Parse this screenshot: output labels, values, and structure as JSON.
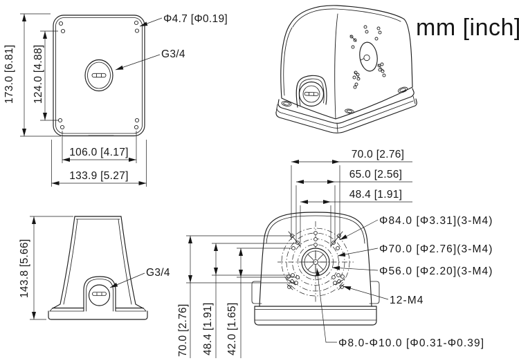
{
  "drawing": {
    "units_note": "mm [inch]",
    "front_view": {
      "dim_overall_height": "173.0 [6.81]",
      "dim_mount_hole_pitch_vertical": "124.0 [4.88]",
      "dim_mount_hole_pitch_horizontal": "106.0 [4.17]",
      "dim_overall_width": "133.9 [5.27]",
      "label_mount_hole_diameter": "Φ4.7 [Φ0.19]",
      "label_conduit_thread": "G3/4"
    },
    "side_view": {
      "dim_overall_height": "143.8 [5.66]",
      "label_conduit_thread": "G3/4"
    },
    "bottom_view": {
      "dims_horizontal": [
        "70.0 [2.76]",
        "65.0 [2.56]",
        "48.4 [1.91]"
      ],
      "dims_vertical": [
        "70.0 [2.76]",
        "48.4 [1.91]",
        "42.0 [1.65]"
      ],
      "label_bolt_circle_84": "Φ84.0 [Φ3.31](3-M4)",
      "label_bolt_circle_70": "Φ70.0 [Φ2.76](3-M4)",
      "label_bolt_circle_56": "Φ56.0 [Φ2.20](3-M4)",
      "label_thread_holes": "12-M4",
      "label_center_hole_range": "Φ8.0-Φ10.0 [Φ0.31-Φ0.39]"
    },
    "colors": {
      "line": "#1c1c1c",
      "background": "#ffffff"
    }
  }
}
